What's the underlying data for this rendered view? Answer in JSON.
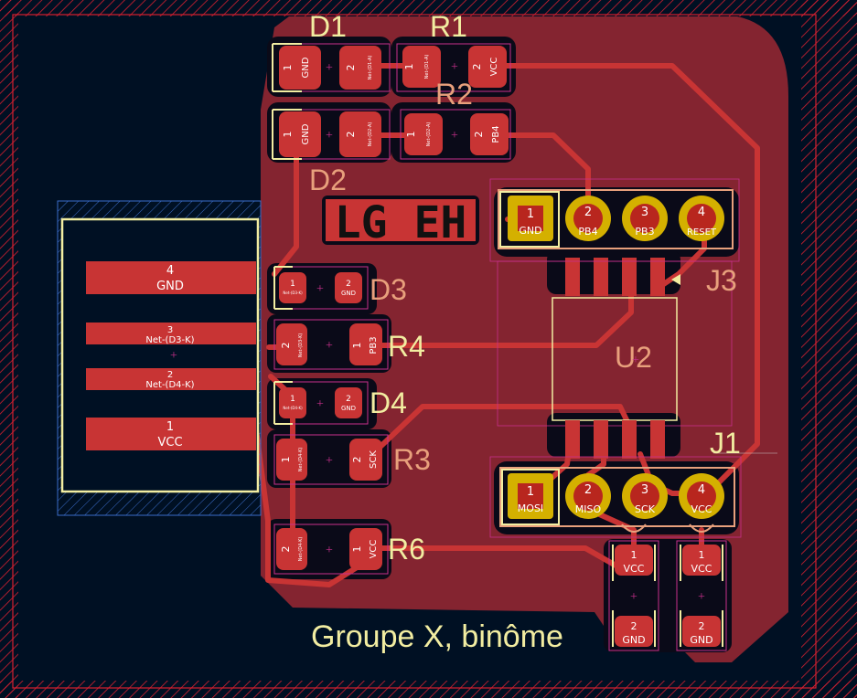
{
  "board": {
    "colors": {
      "background": "#001023",
      "copper": "#c83434",
      "copper_fill": "#842430",
      "silkscreen": "#f2eda1",
      "fab": "#e8a07c",
      "courtyard": "#c8308c",
      "pad_gold": "#d4b000",
      "edge": "#d42030"
    },
    "silk_text": {
      "logo": "LG EH",
      "footer": "Groupe X, binôme"
    },
    "references": {
      "d1": "D1",
      "r1": "R1",
      "r2": "R2",
      "d2": "D2",
      "d3": "D3",
      "r4": "R4",
      "d4": "D4",
      "r3": "R3",
      "r6": "R6",
      "j3": "J3",
      "u2": "U2",
      "j1": "J1"
    },
    "edge_connector": {
      "pads": [
        {
          "num": "4",
          "net": "GND"
        },
        {
          "num": "3",
          "net": "Net-(D3-K)"
        },
        {
          "num": "2",
          "net": "Net-(D4-K)"
        },
        {
          "num": "1",
          "net": "VCC"
        }
      ]
    },
    "smd": {
      "d1_1": {
        "num": "1",
        "net": "GND"
      },
      "d1_2": {
        "num": "2",
        "net": "Net-(D1-A)"
      },
      "r1_1": {
        "num": "1",
        "net": "Net-(D1-A)"
      },
      "r1_2": {
        "num": "2",
        "net": "VCC"
      },
      "d2_1": {
        "num": "1",
        "net": "GND"
      },
      "d2_2": {
        "num": "2",
        "net": "Net-(D2-A)"
      },
      "r2_1": {
        "num": "1",
        "net": "Net-(D2-A)"
      },
      "r2_2": {
        "num": "2",
        "net": "PB4"
      },
      "d3_1": {
        "num": "1",
        "net": "Net-(D3-K)"
      },
      "d3_2": {
        "num": "2",
        "net": "GND"
      },
      "r4_2": {
        "num": "2",
        "net": "Net-(D3-K)"
      },
      "r4_1": {
        "num": "1",
        "net": "PB3"
      },
      "d4_1": {
        "num": "1",
        "net": "Net-(D4-K)"
      },
      "d4_2": {
        "num": "2",
        "net": "GND"
      },
      "r3_1": {
        "num": "1",
        "net": "Net-(D4-K)"
      },
      "r3_2": {
        "num": "2",
        "net": "SCK"
      },
      "r6_2": {
        "num": "2",
        "net": "Net-(D4-K)"
      },
      "r6_1": {
        "num": "1",
        "net": "VCC"
      },
      "c1_1": {
        "num": "1",
        "net": "VCC"
      },
      "c1_2": {
        "num": "2",
        "net": "GND"
      },
      "c2_1": {
        "num": "1",
        "net": "VCC"
      },
      "c2_2": {
        "num": "2",
        "net": "GND"
      }
    },
    "j3_pins": [
      {
        "num": "1",
        "net": "GND"
      },
      {
        "num": "2",
        "net": "PB4"
      },
      {
        "num": "3",
        "net": "PB3"
      },
      {
        "num": "4",
        "net": "RESET"
      }
    ],
    "j1_pins": [
      {
        "num": "1",
        "net": "MOSI"
      },
      {
        "num": "2",
        "net": "MISO"
      },
      {
        "num": "3",
        "net": "SCK"
      },
      {
        "num": "4",
        "net": "VCC"
      }
    ]
  }
}
